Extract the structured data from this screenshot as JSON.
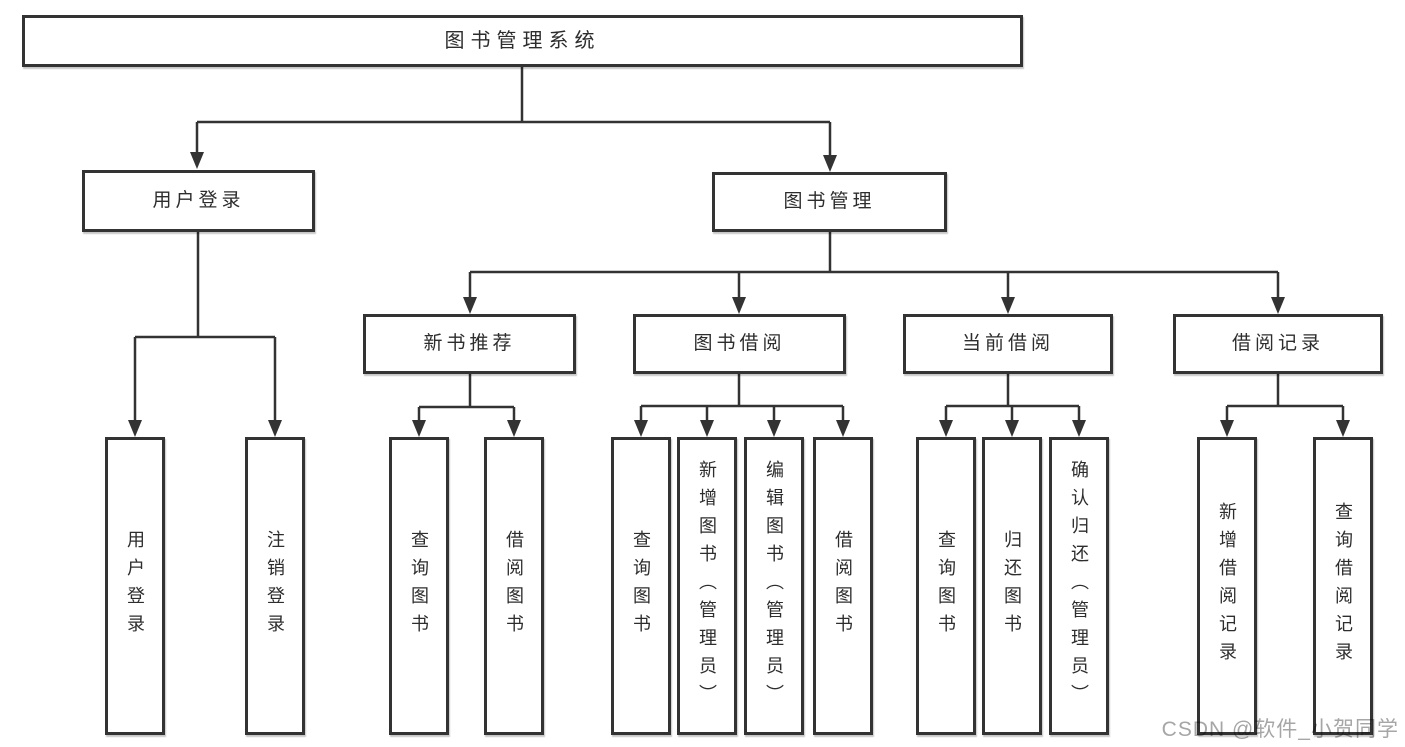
{
  "diagram": {
    "root": {
      "label": "图书管理系统"
    },
    "branches": {
      "user_login": {
        "label": "用户登录",
        "children": [
          "用户登录",
          "注销登录"
        ]
      },
      "book_management": {
        "label": "图书管理",
        "sections": {
          "new_book_recommend": {
            "label": "新书推荐",
            "children": [
              "查询图书",
              "借阅图书"
            ]
          },
          "book_borrow": {
            "label": "图书借阅",
            "children": [
              "查询图书",
              "新增图书（管理员）",
              "编辑图书（管理员）",
              "借阅图书"
            ]
          },
          "current_borrow": {
            "label": "当前借阅",
            "children": [
              "查询图书",
              "归还图书",
              "确认归还（管理员）"
            ]
          },
          "borrow_records": {
            "label": "借阅记录",
            "children": [
              "新增借阅记录",
              "查询借阅记录"
            ]
          }
        }
      }
    }
  },
  "watermark": {
    "text": "CSDN @软件_小贺同学"
  },
  "colors": {
    "line": "#333333",
    "text": "#2d2d2d",
    "background": "#ffffff",
    "watermark": "#a6a6a6"
  }
}
